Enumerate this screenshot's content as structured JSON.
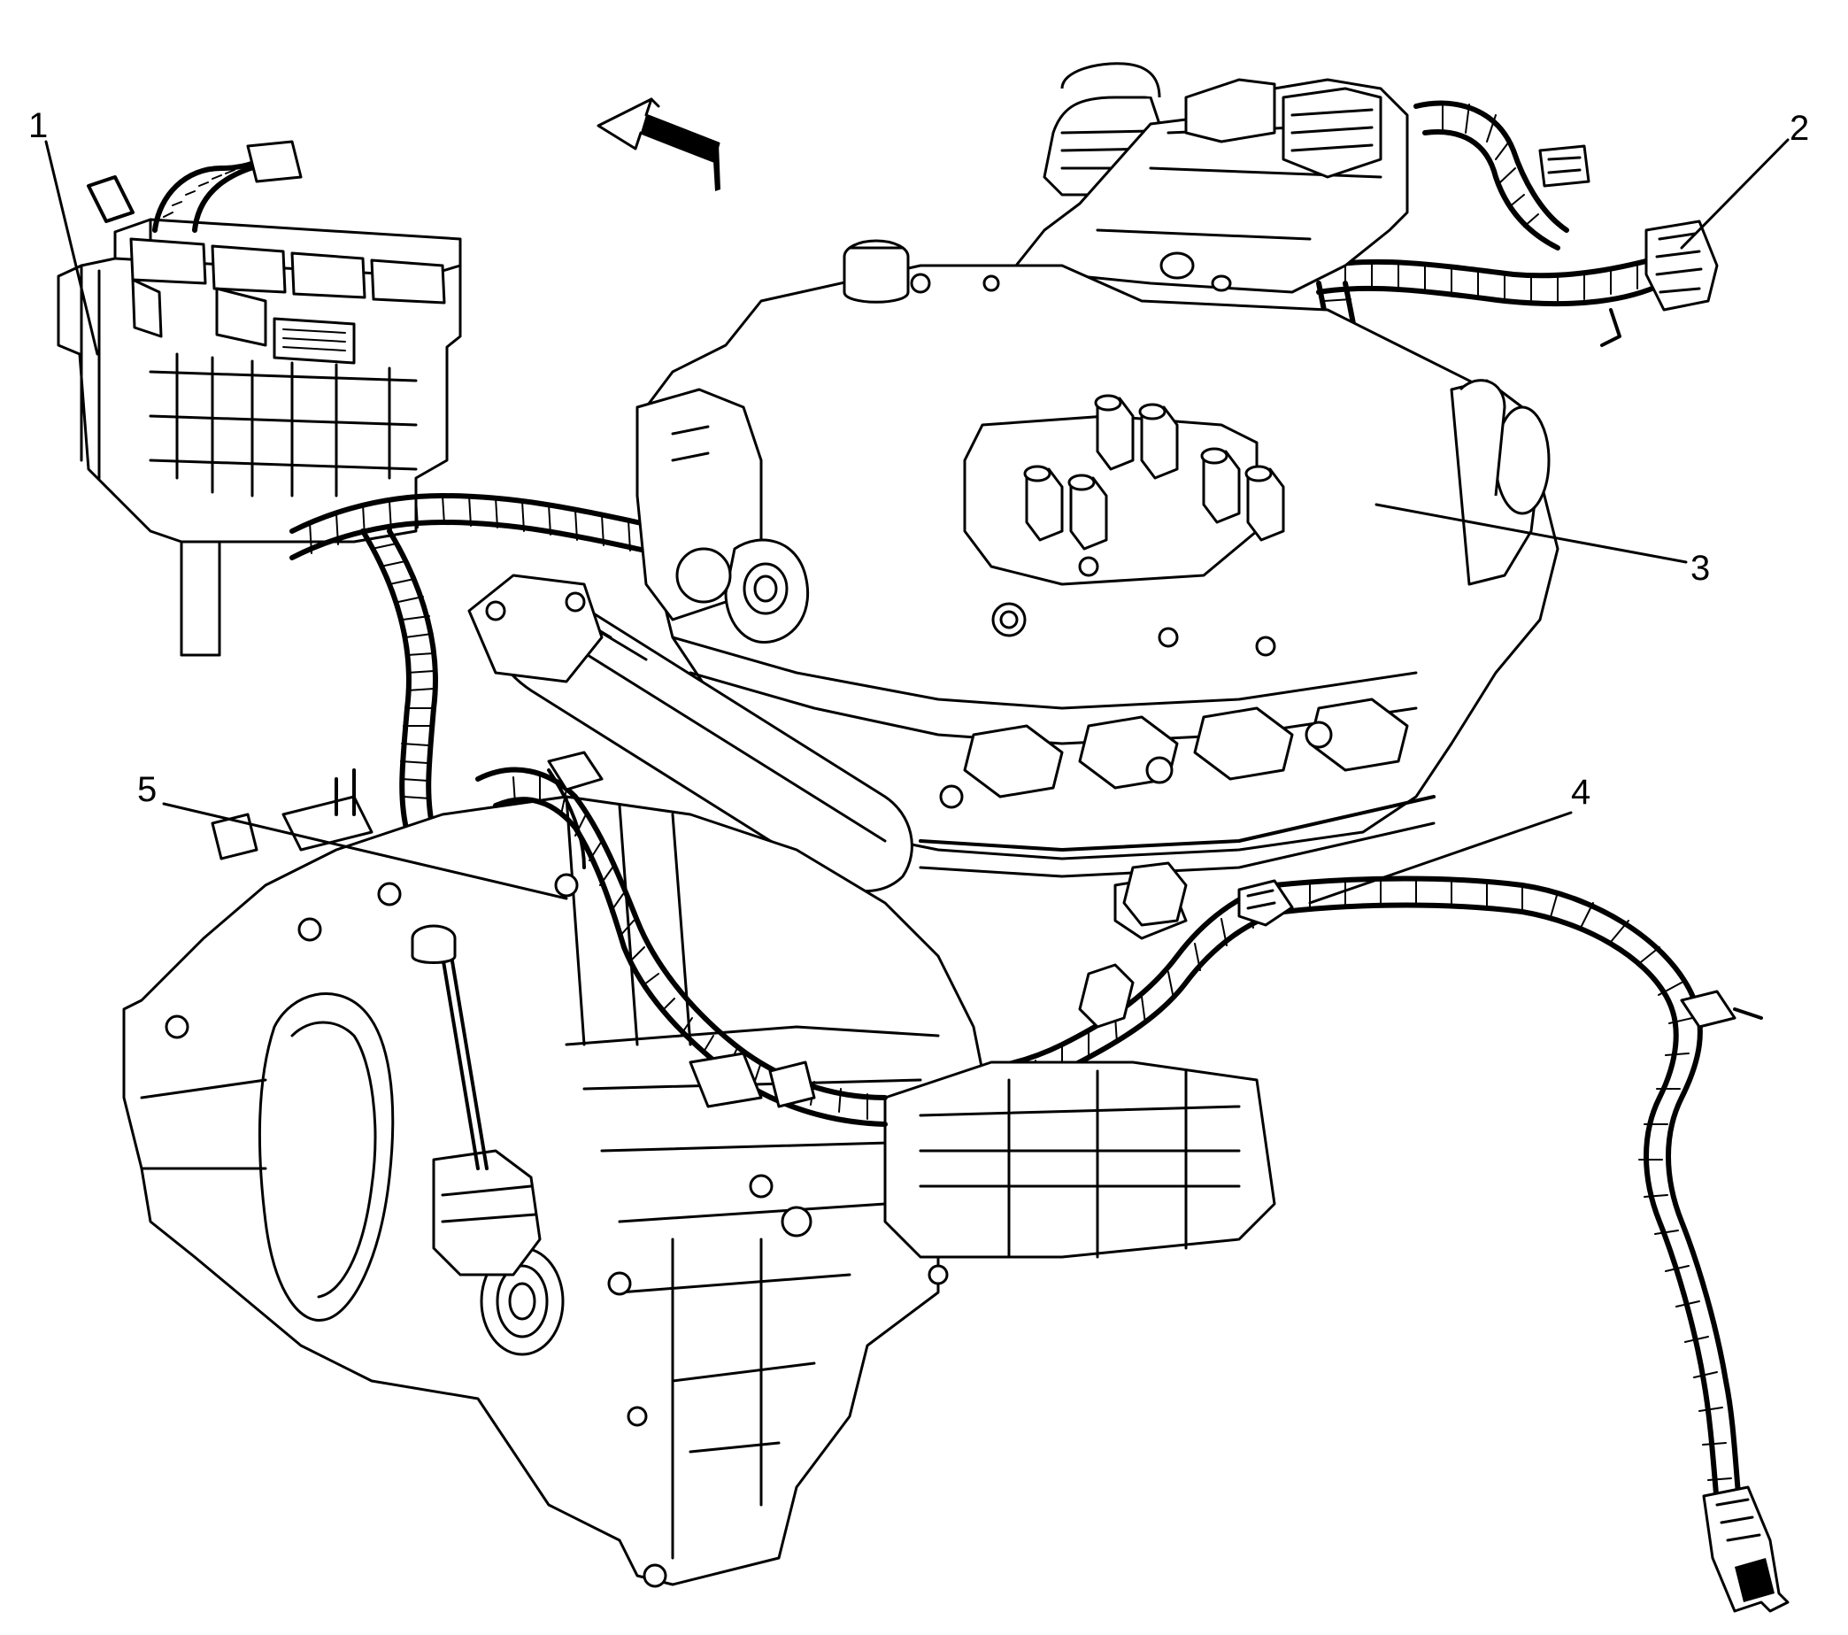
{
  "callouts": [
    {
      "id": "1",
      "label": "1"
    },
    {
      "id": "2",
      "label": "2"
    },
    {
      "id": "3",
      "label": "3"
    },
    {
      "id": "4",
      "label": "4"
    },
    {
      "id": "5",
      "label": "5"
    }
  ],
  "icons": {
    "direction_arrow": "front-direction-arrow-icon"
  },
  "colors": {
    "ink": "#000000",
    "paper": "#ffffff"
  }
}
